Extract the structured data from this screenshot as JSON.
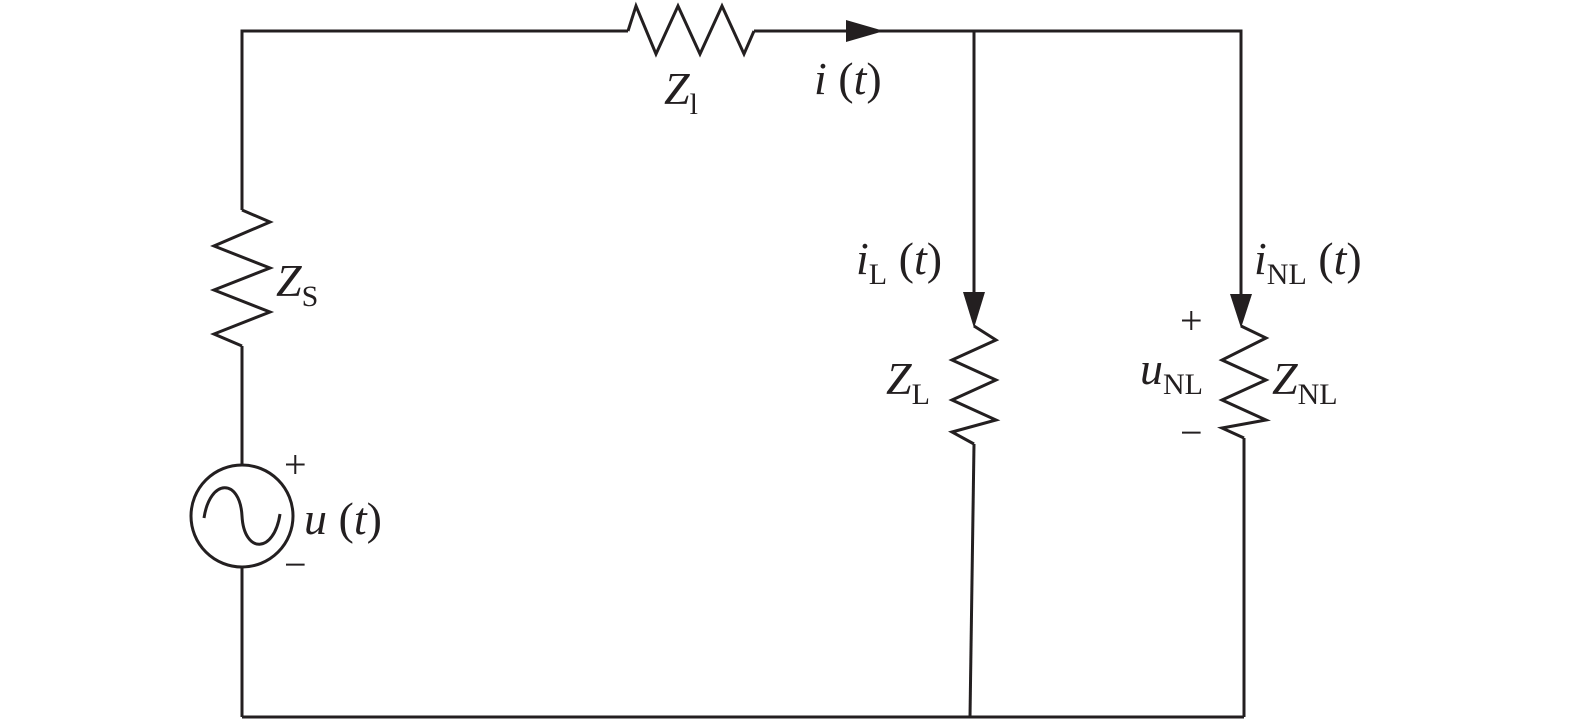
{
  "labels": {
    "z_line": {
      "main": "Z",
      "sub": "l"
    },
    "i_total": {
      "pre": "i",
      "paren": " (",
      "var": "t",
      "close": ")"
    },
    "z_source": {
      "main": "Z",
      "sub": "S"
    },
    "u_source": {
      "pre": "u",
      "paren": " (",
      "var": "t",
      "close": ")"
    },
    "plus_source": "+",
    "minus_source": "−",
    "i_linear": {
      "pre": "i",
      "sub": "L",
      "paren": " (",
      "var": "t",
      "close": ")"
    },
    "z_linear": {
      "main": "Z",
      "sub": "L"
    },
    "i_nonlinear": {
      "pre": "i",
      "sub": "NL",
      "paren": " (",
      "var": "t",
      "close": ")"
    },
    "u_nonlinear": {
      "main": "u",
      "sub": "NL"
    },
    "plus_nonlinear": "+",
    "minus_nonlinear": "−",
    "z_nonlinear": {
      "main": "Z",
      "sub": "NL"
    }
  },
  "colors": {
    "ink": "#231f20",
    "background": "#ffffff"
  },
  "icons": {
    "source": "ac-voltage-source-icon",
    "impedance": "resistor-zigzag-icon",
    "current": "arrow-icon"
  }
}
